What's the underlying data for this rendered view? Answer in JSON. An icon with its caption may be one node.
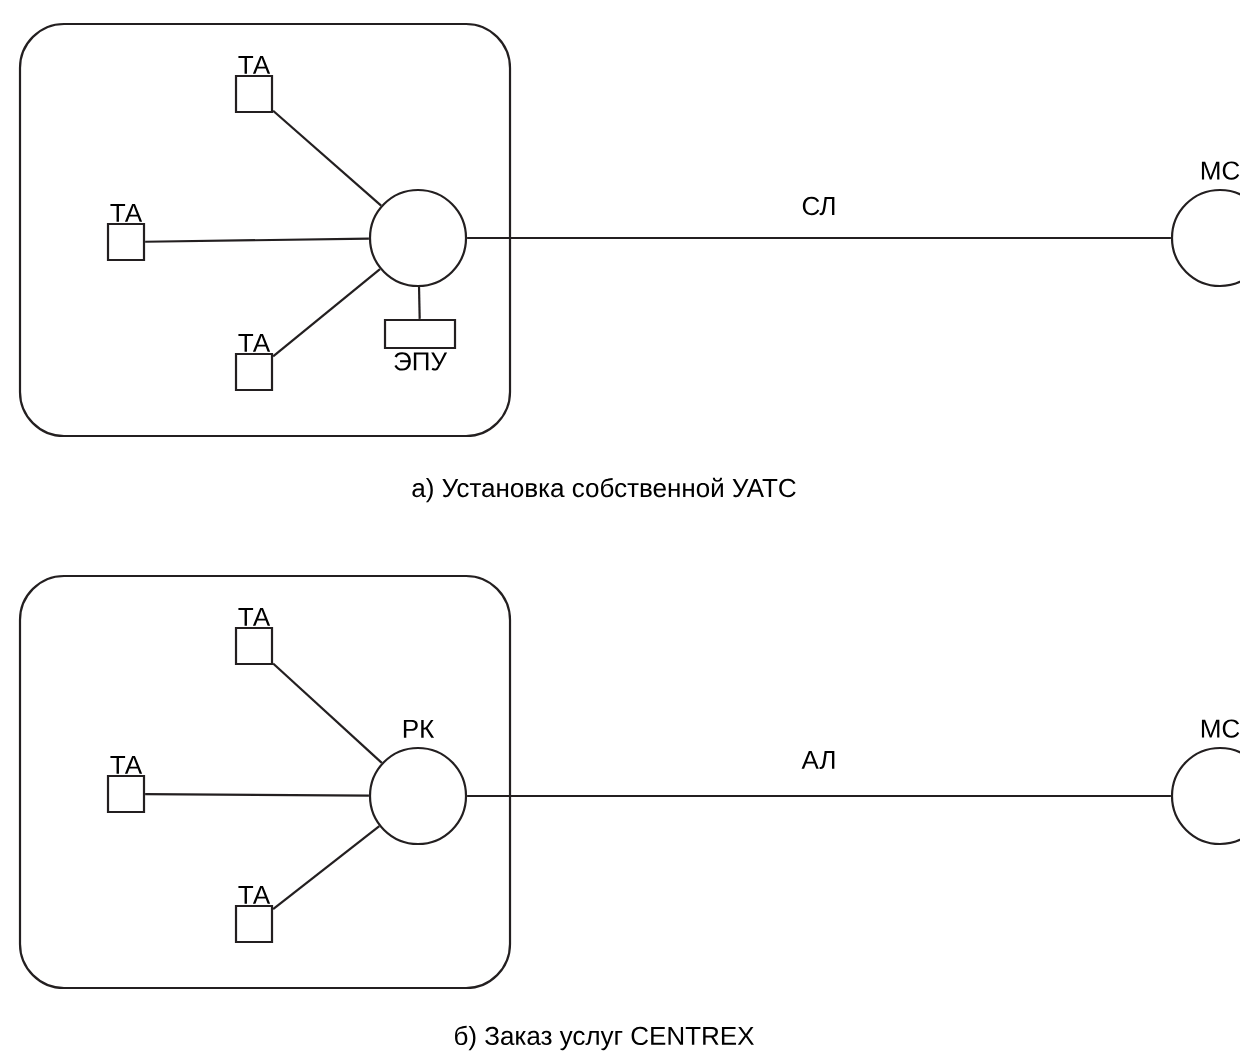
{
  "diagram": {
    "nodes": [
      {
        "text": [],
        "shape": "box"
      },
      {
        "text": [
          "ТА"
        ],
        "in": 0
      },
      {
        "text": [
          "ТА"
        ],
        "in": 0
      },
      {
        "text": [
          "ТА"
        ],
        "in": 0
      },
      {
        "text": [],
        "shape": "circle",
        "in": 0
      },
      {
        "text": [
          "ЭПУ"
        ],
        "in": 0
      },
      {
        "text": [
          "МС"
        ]
      },
      {
        "text": [],
        "shape": "box"
      },
      {
        "text": [
          "ТА"
        ],
        "in": 7
      },
      {
        "text": [
          "ТА"
        ],
        "in": 7
      },
      {
        "text": [
          "ТА"
        ],
        "in": 7
      },
      {
        "text": [
          "РК"
        ],
        "in": 7
      },
      {
        "text": [
          "МС"
        ]
      }
    ],
    "edges": [
      {
        "from": 1,
        "to": 4,
        "arrow": "none"
      },
      {
        "from": 2,
        "to": 4,
        "arrow": "none"
      },
      {
        "from": 3,
        "to": 4,
        "arrow": "none"
      },
      {
        "from": 4,
        "to": 5,
        "arrow": "none"
      },
      {
        "from": 4,
        "to": 6,
        "arrow": "none",
        "label": "СЛ"
      },
      {
        "from": 8,
        "to": 11,
        "arrow": "none"
      },
      {
        "from": 9,
        "to": 11,
        "arrow": "none"
      },
      {
        "from": 10,
        "to": 11,
        "arrow": "none"
      },
      {
        "from": 11,
        "to": 12,
        "arrow": "none",
        "label": "АЛ"
      }
    ],
    "labels": [
      "а) Установка собственной УАТС",
      "б) Заказ услуг CENTREX"
    ]
  }
}
